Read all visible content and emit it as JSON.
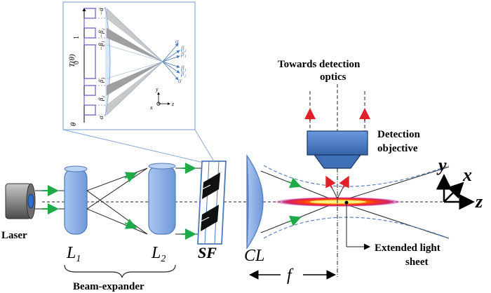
{
  "labels": {
    "laser": "Laser",
    "lens1_main": "L",
    "lens1_sub": "1",
    "lens2_main": "L",
    "lens2_sub": "2",
    "beam_expander": "Beam-expander",
    "sf": "SF",
    "cl": "CL",
    "focal": "f",
    "towards_line1": "Towards detection",
    "towards_line2": "optics",
    "detection_line1": "Detection",
    "detection_line2": "objective",
    "extended_line1": "Extended light",
    "extended_line2": "sheet",
    "axis_y": "y",
    "axis_x": "x",
    "axis_z": "z"
  },
  "inset": {
    "y_axis_label": "T(θ)",
    "theta_label": "θ",
    "tick_one": "1",
    "tick_zero": "0",
    "ticks_left": [
      "−α",
      "−β₂",
      "−β₁",
      "β₁",
      "β₂",
      "α"
    ],
    "ray_labels": [
      "α",
      "β₂",
      "β₁",
      "β₁",
      "β₂",
      "α"
    ],
    "axis_y": "y",
    "axis_x": "x",
    "axis_z": "z"
  },
  "colors": {
    "lens_fill": "#8fb3e8",
    "lens_stroke": "#4f79b8",
    "objective_fill": "#4a7fc7",
    "green_arrow": "#1faa4a",
    "red_arrow": "#e0202a",
    "inset_border": "#8aa9d6",
    "sheet_core": "#ffe000"
  }
}
